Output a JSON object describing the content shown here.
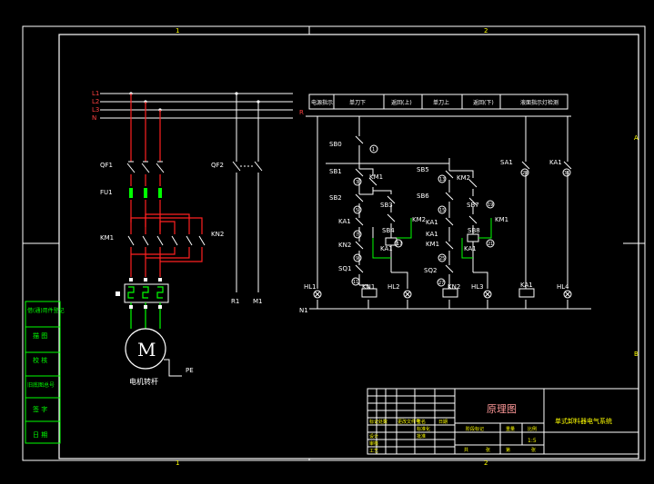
{
  "sheet": {
    "grid_top": [
      "1",
      "2"
    ],
    "grid_bottom": [
      "1",
      "2"
    ],
    "grid_right": [
      "A",
      "B"
    ]
  },
  "power": {
    "lines": [
      "L1",
      "L2",
      "L3",
      "N"
    ],
    "labels": {
      "qf1": "QF1",
      "fu1": "FU1",
      "km1": "KM1",
      "kn2": "KN2",
      "qf2": "QF2",
      "r1": "R1",
      "m1": "M1",
      "motor": "M",
      "motor_caption": "电机转杆",
      "pe": "PE"
    }
  },
  "control": {
    "header": [
      "电源指示",
      "单刀下",
      "返回(上)",
      "单刀上",
      "返回(下)",
      "液面指示灯检测"
    ],
    "rail_left": "R",
    "rail_bottom": "N1",
    "components": {
      "sb0": "SB0",
      "sb1": "SB1",
      "sb2": "SB2",
      "sb3": "SB3",
      "sb4": "SB4",
      "sb5": "SB5",
      "sb6": "SB6",
      "sb7": "SB7",
      "sb8": "SB8",
      "km1": "KM1",
      "km2": "KM2",
      "km1b": "KM1",
      "km2b": "KM2",
      "ka1a": "KA1",
      "ka1b": "KA1",
      "ka1c": "KA1",
      "ka1d": "KA1",
      "ka1e": "KA1",
      "ka1f": "KA1",
      "kn2a": "KN2",
      "kn2b": "KN2",
      "kn1": "KN1",
      "sq1": "SQ1",
      "sq2": "SQ2",
      "sa1": "SA1",
      "hl1": "HL1",
      "hl2": "HL2",
      "hl3": "HL3",
      "hl4": "HL4"
    },
    "nodes": [
      "1",
      "3",
      "5",
      "7",
      "9",
      "11",
      "13",
      "15",
      "17",
      "19",
      "21",
      "25",
      "27",
      "29",
      "31"
    ]
  },
  "left_panel": [
    "借(通)用件登记",
    "描  图",
    "校  核",
    "旧底图总号",
    "签  字",
    "日  期"
  ],
  "title_block": {
    "drawing_title": "原理图",
    "system_name": "单式卸料器电气系统",
    "scale": "1:5",
    "col_labels": [
      "标记",
      "处数",
      "更改文件号",
      "签名",
      "日期",
      "阶段标记",
      "重量",
      "比例"
    ],
    "row_labels": [
      "设计",
      "审核",
      "工艺",
      "标准化",
      "批准"
    ],
    "sheet_info": [
      "共",
      "张",
      "第",
      "张"
    ]
  }
}
